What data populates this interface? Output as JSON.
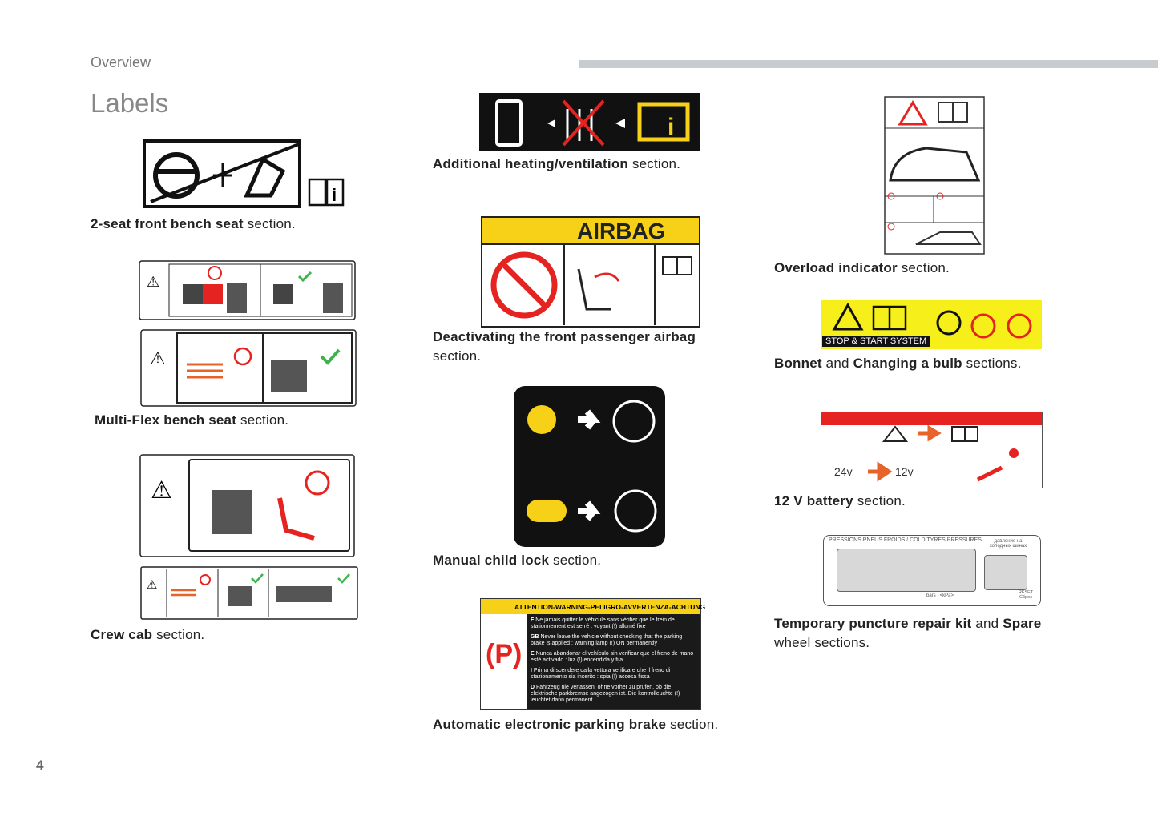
{
  "header": {
    "section": "Overview",
    "title": "Labels",
    "page_number": "4"
  },
  "captions": [
    {
      "bold": "2-seat front bench seat",
      "rest": " section."
    },
    {
      "bold": "Multi-Flex bench seat",
      "rest": " section."
    },
    {
      "bold": "Crew cab",
      "rest": " section."
    },
    {
      "bold": "Additional heating/ventilation",
      "rest": " section."
    },
    {
      "bold": "Deactivating the front passenger airbag",
      "rest": " section."
    },
    {
      "bold": "Manual child lock",
      "rest": " section."
    },
    {
      "bold": "Automatic electronic parking brake",
      "rest": " section."
    },
    {
      "bold": "Overload indicator",
      "rest": " section."
    },
    {
      "bold": "Bonnet",
      "mid": " and ",
      "bold2": "Changing a bulb",
      "rest": " sections."
    },
    {
      "bold": "12 V battery",
      "rest": " section."
    },
    {
      "bold": "Temporary puncture repair kit",
      "mid": " and ",
      "bold2": "Spare",
      "rest2": "wheel",
      "rest": " sections."
    }
  ],
  "labels": {
    "airbag": "AIRBAG",
    "stop_start": "STOP & START SYSTEM",
    "battery_old": "24v",
    "battery_new": "12v",
    "parking_header": "ATTENTION-WARNING-PELIGRO-AVVERTENZA-ACHTUNG",
    "parking_lines": [
      {
        "code": "F",
        "text": "Ne jamais quitter le véhicule sans vérifier que le frein de stationnement est serré : voyant (!) allumé fixe"
      },
      {
        "code": "GB",
        "text": "Never leave the vehicle without checking that the parking brake is applied : warning lamp (!) ON permanently"
      },
      {
        "code": "E",
        "text": "Nunca abandonar el vehículo sin verificar que el freno de mano esté activado : luz (!) encendida y fija"
      },
      {
        "code": "I",
        "text": "Prima di scendere dalla vettura verificare che il freno di stazionamento sia inserito : spia (!) accesa fissa"
      },
      {
        "code": "D",
        "text": "Fahrzeug nie verlassen, ohne vorher zu prüfen, ob die elektrische parkbremse angezogen ist. Die kontrolleuchte (!) leuchtet dann permanent"
      }
    ],
    "tyre_header": "PRESSIONS PNEUS FROIDS / COLD TYRES PRESSURES",
    "tyre_ru": "давление на холодных шинах",
    "tyre_units": "bars   <kPa>",
    "tyre_reset": "RESET Сброс"
  },
  "colors": {
    "yellow": "#f7d117",
    "red": "#e52421",
    "orange": "#e8632a",
    "green": "#3cb44b"
  }
}
